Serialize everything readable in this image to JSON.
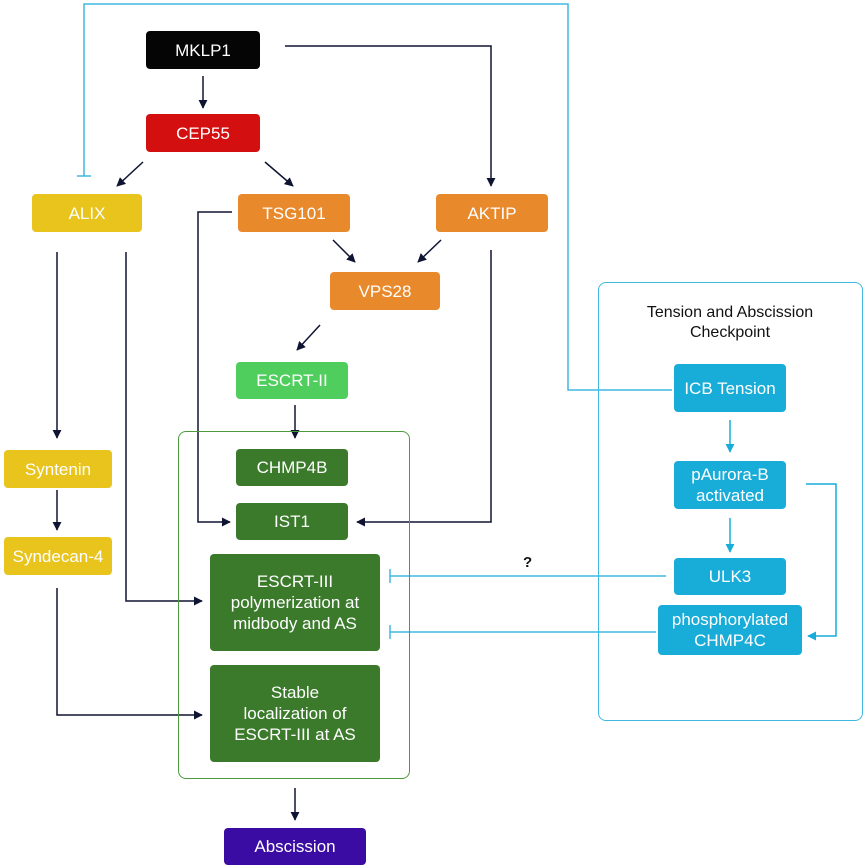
{
  "nodes": {
    "mklp1": "MKLP1",
    "cep55": "CEP55",
    "alix": "ALIX",
    "tsg101": "TSG101",
    "aktip": "AKTIP",
    "vps28": "VPS28",
    "escrt2": "ESCRT-II",
    "chmp4b": "CHMP4B",
    "ist1": "IST1",
    "escrt3_poly": "ESCRT-III\npolymerization at\nmidbody and AS",
    "stable_loc": "Stable\nlocalization of\nESCRT-III at AS",
    "syntenin": "Syntenin",
    "syndecan4": "Syndecan-4",
    "abscission": "Abscission",
    "icb_tension": "ICB Tension",
    "paurora": "pAurora-B\nactivated",
    "ulk3": "ULK3",
    "phospho_chmp4c": "phosphorylated\nCHMP4C"
  },
  "panel": {
    "title": "Tension and Abscission\nCheckpoint"
  },
  "annotations": {
    "question_mark": "?"
  },
  "colors": {
    "black": "#050505",
    "red": "#d40f0f",
    "yellow": "#e8c41c",
    "orange": "#e8892c",
    "light_green": "#4fce5d",
    "dark_green": "#3b7a2b",
    "cyan": "#18acd8",
    "purple": "#3a0ca3",
    "arrow_dark": "#101433",
    "inhibit_line": "#3fb9e0"
  }
}
